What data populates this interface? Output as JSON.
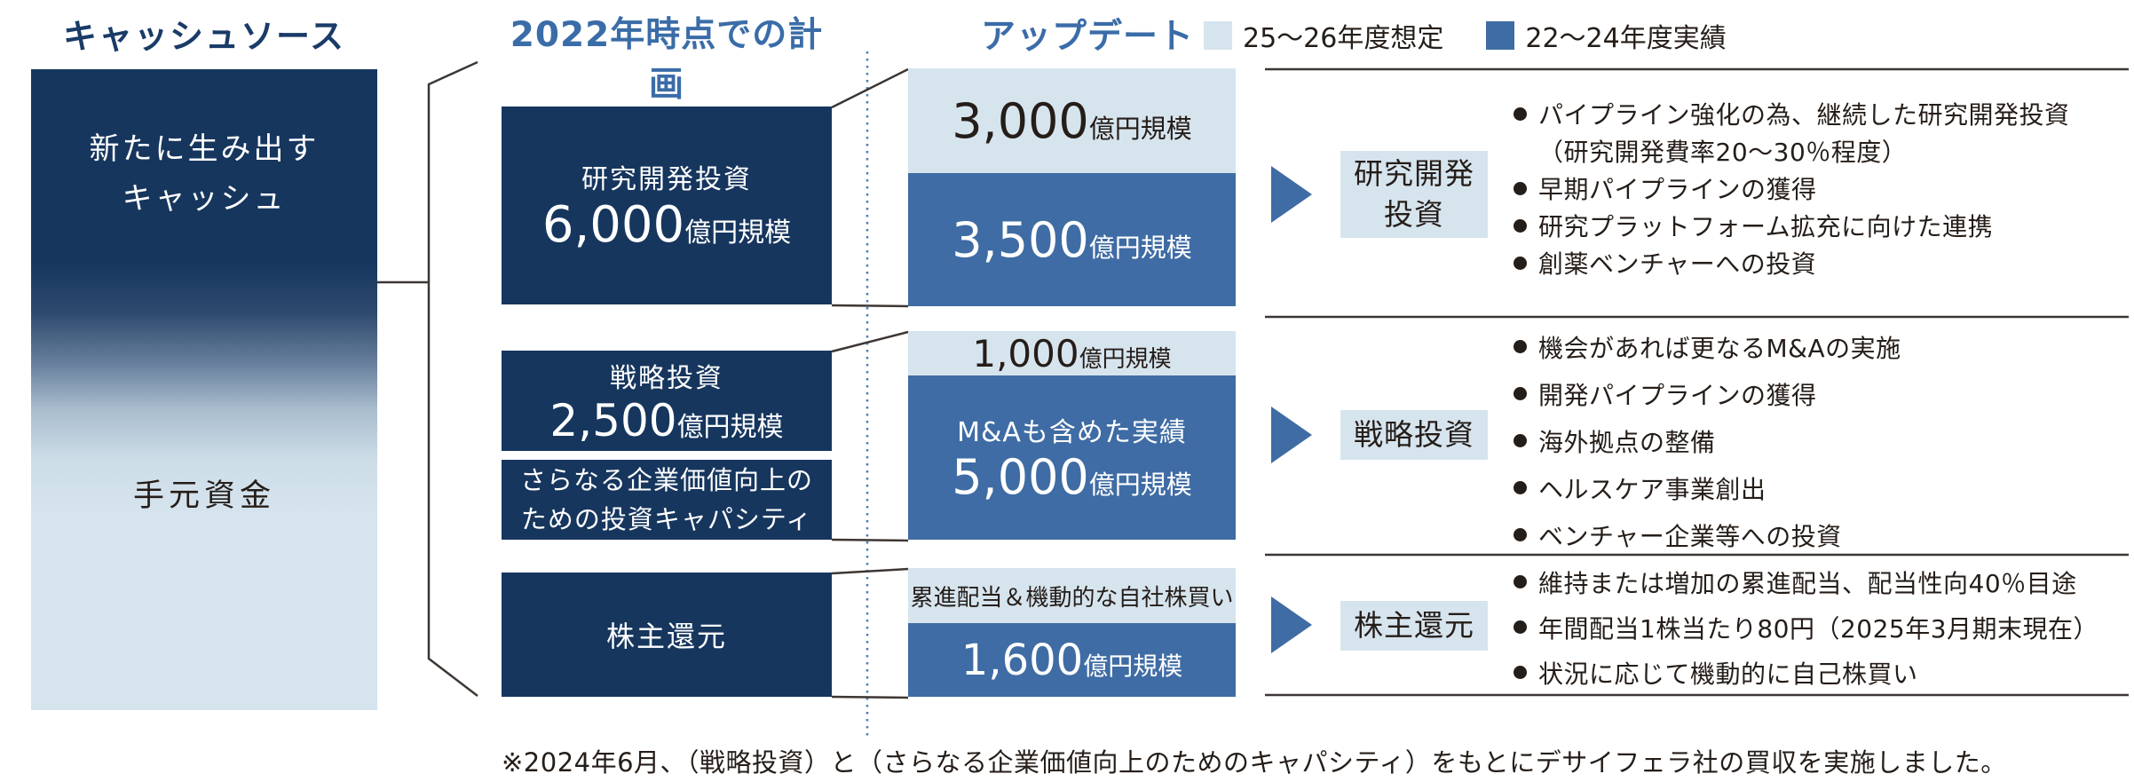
{
  "colors": {
    "navy": "#16365e",
    "blue": "#3f6ca4",
    "light_blue": "#d6e4ee",
    "title_navy": "#1a3b68",
    "title_blue": "#3a6ca8",
    "text_dark": "#251d18",
    "line": "#3d3734"
  },
  "header": {
    "cash_source_title": "キャッシュソース",
    "plan_title": "2022年時点での計画",
    "update_title": "アップデート",
    "legend": [
      {
        "label": "25〜26年度想定",
        "color": "#d6e4ee"
      },
      {
        "label": "22〜24年度実績",
        "color": "#3f6ca4"
      }
    ]
  },
  "cash_source": {
    "top_label_line1": "新たに生み出す",
    "top_label_line2": "キャッシュ",
    "bottom_label": "手元資金"
  },
  "plan": {
    "rd": {
      "label": "研究開発投資",
      "amount": "6,000",
      "unit": "億円規模"
    },
    "strategic": {
      "label": "戦略投資",
      "amount": "2,500",
      "unit": "億円規模"
    },
    "capacity_line1": "さらなる企業価値向上の",
    "capacity_line2": "ための投資キャパシティ",
    "shareholder_label": "株主還元"
  },
  "update": {
    "rd": {
      "forecast_amount": "3,000",
      "forecast_unit": "億円規模",
      "actual_amount": "3,500",
      "actual_unit": "億円規模"
    },
    "strategic": {
      "forecast_amount": "1,000",
      "forecast_unit": "億円規模",
      "actual_label": "M&Aも含めた実績",
      "actual_amount": "5,000",
      "actual_unit": "億円規模"
    },
    "shareholder": {
      "forecast_label": "累進配当＆機動的な自社株買い",
      "actual_amount": "1,600",
      "actual_unit": "億円規模"
    }
  },
  "sections": [
    {
      "label_line1": "研究開発",
      "label_line2": "投資",
      "bullets": [
        "パイプライン強化の為、継続した研究開発投資",
        "早期パイプラインの獲得",
        "研究プラットフォーム拡充に向けた連携",
        "創薬ベンチャーへの投資"
      ],
      "sub": "（研究開発費率20〜30％程度）"
    },
    {
      "label_line1": "戦略投資",
      "bullets": [
        "機会があれば更なるM&Aの実施",
        "開発パイプラインの獲得",
        "海外拠点の整備",
        "ヘルスケア事業創出",
        "ベンチャー企業等への投資"
      ]
    },
    {
      "label_line1": "株主還元",
      "bullets": [
        "維持または増加の累進配当、配当性向40％目途",
        "年間配当1株当たり80円（2025年3月期末現在）",
        "状況に応じて機動的に自己株買い"
      ]
    }
  ],
  "footnote": "※2024年6月、（戦略投資）と（さらなる企業価値向上のためのキャパシティ）をもとにデサイフェラ社の買収を実施しました。"
}
